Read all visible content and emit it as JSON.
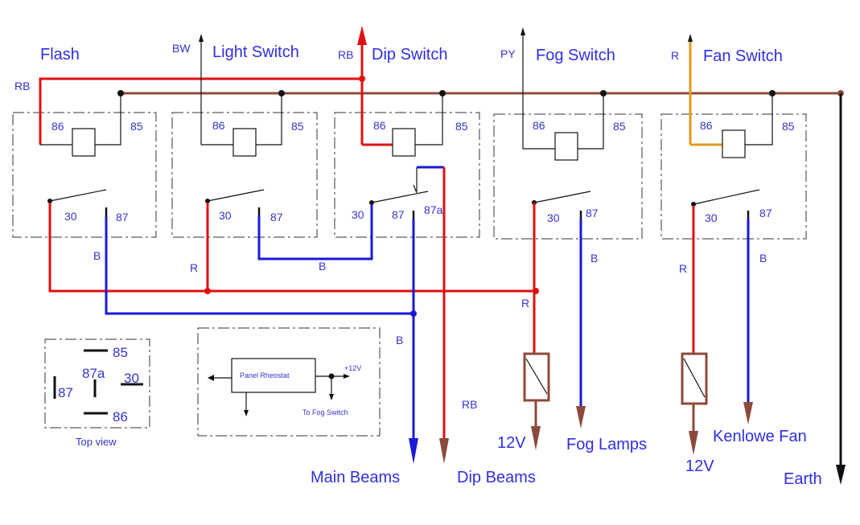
{
  "relays": [
    {
      "title": "Flash",
      "pin86": "86",
      "pin85": "85",
      "pin30": "30",
      "pin87": "87"
    },
    {
      "title": "Light Switch",
      "pin86": "86",
      "pin85": "85",
      "pin30": "30",
      "pin87": "87"
    },
    {
      "title": "Dip Switch",
      "pin86": "86",
      "pin85": "85",
      "pin30": "30",
      "pin87": "87",
      "pin87a": "87a"
    },
    {
      "title": "Fog Switch",
      "pin86": "86",
      "pin85": "85",
      "pin30": "30",
      "pin87": "87"
    },
    {
      "title": "Fan Switch",
      "pin86": "86",
      "pin85": "85",
      "pin30": "30",
      "pin87": "87"
    }
  ],
  "wire_labels": {
    "rb_left": "RB",
    "bw": "BW",
    "rb_dip": "RB",
    "py": "PY",
    "r_fan": "R",
    "b_flash": "B",
    "r_light": "R",
    "b_light": "B",
    "r_common": "R",
    "b_fog": "B",
    "r_fan_out": "R",
    "b_fan_out": "B",
    "b_main": "B",
    "rb_dip_out": "RB"
  },
  "outputs": {
    "main_beams": "Main Beams",
    "dip_beams": "Dip Beams",
    "supply_left": "12V",
    "fog_lamps": "Fog Lamps",
    "supply_right": "12V",
    "kenlowe_fan": "Kenlowe Fan",
    "earth": "Earth"
  },
  "top_view": {
    "pin85": "85",
    "pin87a": "87a",
    "pin30": "30",
    "pin87": "87",
    "pin86": "86",
    "caption": "Top view"
  },
  "rheostat": {
    "label": "Panel Rheostat",
    "supply": "+12V",
    "to": "To Fog Switch"
  },
  "colors": {
    "brown": "#8c4a3c",
    "red": "#e01010",
    "blue": "#1a1ad6",
    "orange": "#e39a1a",
    "text": "#2f2fe0"
  }
}
